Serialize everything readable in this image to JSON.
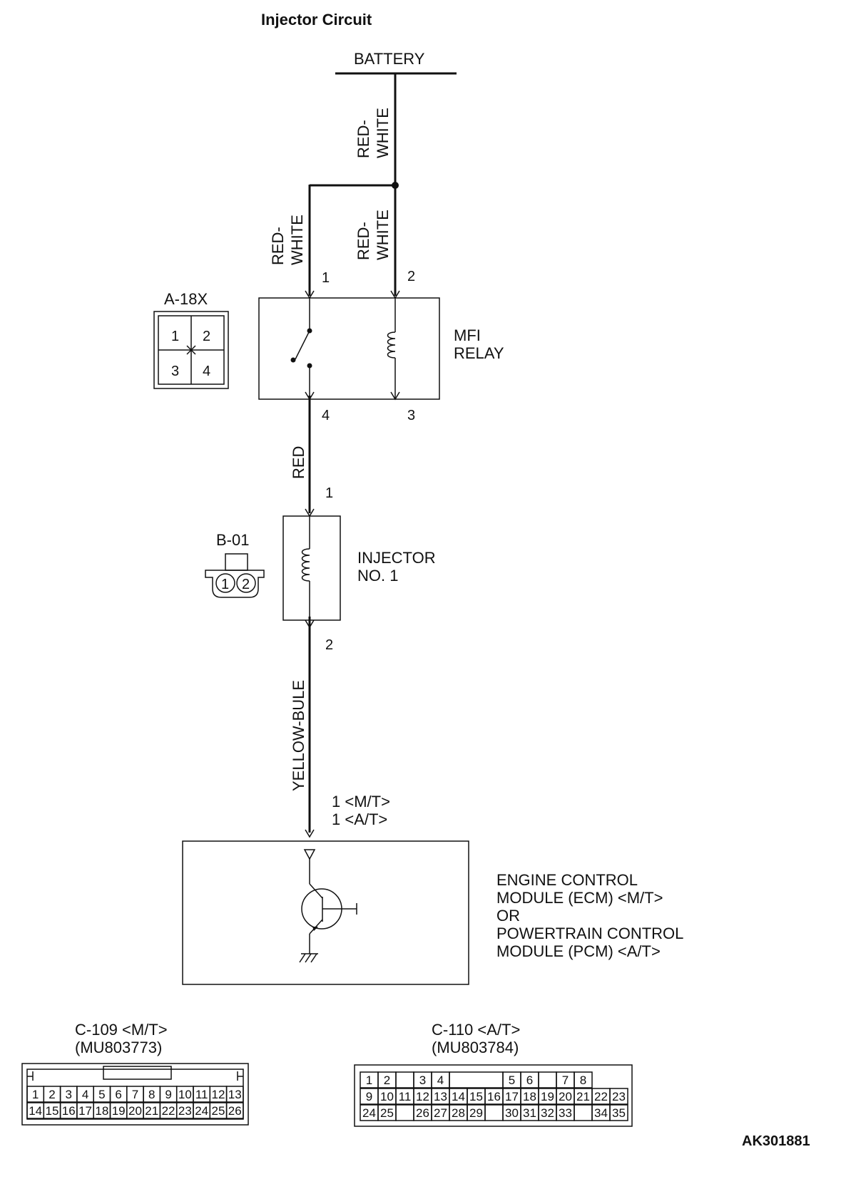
{
  "title": "Injector Circuit",
  "battery": "BATTERY",
  "wires": {
    "battery_feed": [
      "RED-",
      "WHITE"
    ],
    "relay_pin1": [
      "RED-",
      "WHITE"
    ],
    "relay_pin2": [
      "RED-",
      "WHITE"
    ],
    "relay_to_injector": "RED",
    "injector_to_ecm": "YELLOW-BULE"
  },
  "relay": {
    "connector": "A-18X",
    "connector_pins": [
      "1",
      "2",
      "3",
      "4"
    ],
    "name_line1": "MFI",
    "name_line2": "RELAY",
    "pins": {
      "p1": "1",
      "p2": "2",
      "p3": "3",
      "p4": "4"
    }
  },
  "injector": {
    "connector": "B-01",
    "connector_pins": [
      "1",
      "2"
    ],
    "name_line1": "INJECTOR",
    "name_line2": "NO. 1",
    "pins": {
      "p1": "1",
      "p2": "2"
    }
  },
  "ecm": {
    "pin_line1": "1 <M/T>",
    "pin_line2": "1 <A/T>",
    "label_lines": [
      "ENGINE CONTROL",
      "MODULE (ECM) <M/T>",
      "OR",
      "POWERTRAIN CONTROL",
      "MODULE (PCM) <A/T>"
    ]
  },
  "connector_c109": {
    "title": "C-109 <M/T>",
    "part": "(MU803773)",
    "row1": [
      "1",
      "2",
      "3",
      "4",
      "5",
      "6",
      "7",
      "8",
      "9",
      "10",
      "11",
      "12",
      "13"
    ],
    "row2": [
      "14",
      "15",
      "16",
      "17",
      "18",
      "19",
      "20",
      "21",
      "22",
      "23",
      "24",
      "25",
      "26"
    ]
  },
  "connector_c110": {
    "title": "C-110 <A/T>",
    "part": "(MU803784)",
    "row1": [
      "1",
      "2",
      "",
      "3",
      "4",
      "",
      "",
      "",
      "",
      "5",
      "6",
      "",
      "7",
      "8"
    ],
    "row2": [
      "9",
      "10",
      "11",
      "12",
      "13",
      "14",
      "15",
      "16",
      "17",
      "18",
      "19",
      "20",
      "21",
      "22",
      "23"
    ],
    "row3": [
      "24",
      "25",
      "",
      "26",
      "27",
      "28",
      "29",
      "",
      "30",
      "31",
      "32",
      "33",
      "",
      "34",
      "35"
    ]
  },
  "figure_code": "AK301881"
}
